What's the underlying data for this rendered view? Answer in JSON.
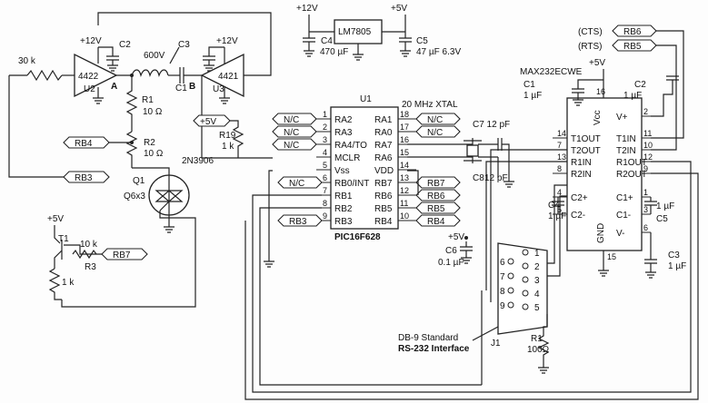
{
  "supplies": {
    "v12_top": "+12V",
    "v5_top": "+5V",
    "v12_u2": "+12V",
    "v12_u3": "+12V",
    "v5_r19": "+5V",
    "v5_t1": "+5V",
    "v5_c6": "+5V",
    "v5_max": "+5V"
  },
  "regulator": {
    "ref": "LM7805"
  },
  "capacitors": {
    "c2a": "C2",
    "c3a": "C3",
    "c4a": "C4",
    "c4a_val": "470 µF",
    "c5a": "C5",
    "c5a_val": "47 µF 6.3V",
    "c1a": "C1",
    "c7": "C7 12 pF",
    "c8": "C8",
    "c8_val": "12 pF",
    "c6": "C6",
    "c6_val": "0.1 µF",
    "c1b": "C1",
    "c1b_val": "1 µF",
    "c2b": "C2",
    "c2b_val": "1 µF",
    "c4b": "C4",
    "c4b_val": "1 µF",
    "c5b": "C5",
    "c5b_val": "1 µF",
    "c3b": "C3",
    "c3b_val": "1 µF"
  },
  "resistors": {
    "r30k": "30 k",
    "r1": "R1",
    "r1_val": "10 Ω",
    "r2": "R2",
    "r2_val": "10 Ω",
    "r19": "R19",
    "r19_val": "1 k",
    "r3": "R3",
    "r3_val": "10 k",
    "r1k": "1 k",
    "r1_db": "R1",
    "r1_db_val": "100Ω"
  },
  "drivers": {
    "u2_part": "4422",
    "u2_ref": "U2",
    "u3_part": "4421",
    "u3_ref": "U3",
    "node_a": "A",
    "node_b": "B",
    "inductor": "600V"
  },
  "transistors": {
    "q1": "Q1",
    "q1_part": "Q6x3",
    "q_type": "2N3906",
    "t1": "T1"
  },
  "u1": {
    "ref": "U1",
    "part": "PIC16F628",
    "xtal": "20 MHz XTAL",
    "left_pins": [
      {
        "num": "1",
        "name": "RA2"
      },
      {
        "num": "2",
        "name": "RA3"
      },
      {
        "num": "3",
        "name": "RA4/TO"
      },
      {
        "num": "4",
        "name": "MCLR"
      },
      {
        "num": "5",
        "name": "Vss"
      },
      {
        "num": "6",
        "name": "RB0/INT"
      },
      {
        "num": "7",
        "name": "RB1"
      },
      {
        "num": "8",
        "name": "RB2"
      },
      {
        "num": "9",
        "name": "RB3"
      }
    ],
    "right_pins": [
      {
        "num": "18",
        "name": "RA1"
      },
      {
        "num": "17",
        "name": "RA0"
      },
      {
        "num": "16",
        "name": "RA7"
      },
      {
        "num": "15",
        "name": "RA6"
      },
      {
        "num": "14",
        "name": "VDD"
      },
      {
        "num": "13",
        "name": "RB7"
      },
      {
        "num": "12",
        "name": "RB6"
      },
      {
        "num": "11",
        "name": "RB5"
      },
      {
        "num": "10",
        "name": "RB4"
      }
    ]
  },
  "flags": {
    "rb4_left": "RB4",
    "rb3_left": "RB3",
    "rb7_left": "RB7",
    "nc1": "N/C",
    "nc2": "N/C",
    "nc3": "N/C",
    "nc18": "N/C",
    "nc17": "N/C",
    "nc6": "N/C",
    "rb3_pin9": "RB3",
    "rb7_pin13": "RB7",
    "rb6_pin12": "RB6",
    "rb5_pin11": "RB5",
    "rb4_pin10": "RB4",
    "cts": "(CTS)",
    "rts": "(RTS)",
    "rb6_top": "RB6",
    "rb5_top": "RB5"
  },
  "max232": {
    "title": "MAX232ECWE",
    "vcc": "Vcc",
    "gnd": "GND",
    "left_pins": [
      {
        "num": "14",
        "name": "T1OUT"
      },
      {
        "num": "7",
        "name": "T2OUT"
      },
      {
        "num": "13",
        "name": "R1IN"
      },
      {
        "num": "8",
        "name": "R2IN"
      },
      {
        "num": "4",
        "name": "C2+"
      },
      {
        "num": "5",
        "name": "C2-"
      }
    ],
    "right_pins": [
      {
        "num": "2",
        "name": "V+"
      },
      {
        "num": "11",
        "name": "T1IN"
      },
      {
        "num": "10",
        "name": "T2IN"
      },
      {
        "num": "12",
        "name": "R1OUT"
      },
      {
        "num": "9",
        "name": "R2OUT"
      },
      {
        "num": "1",
        "name": "C1+"
      },
      {
        "num": "3",
        "name": "C1-"
      },
      {
        "num": "6",
        "name": "V-"
      }
    ],
    "pin16": "16",
    "pin15": "15"
  },
  "db9": {
    "ref": "J1",
    "line1": "DB-9 Standard",
    "line2": "RS-232 Interface",
    "left_pins": [
      "6",
      "7",
      "8",
      "9"
    ],
    "right_pins": [
      "1",
      "2",
      "3",
      "4",
      "5"
    ]
  }
}
